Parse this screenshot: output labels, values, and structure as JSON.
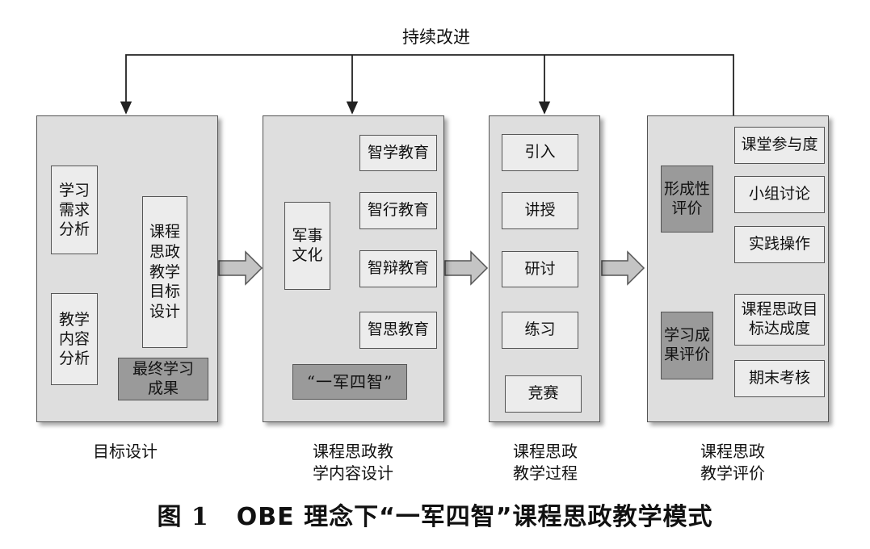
{
  "feedback_label": "持续改进",
  "panels": [
    {
      "label": "目标设计",
      "left_items": [
        "学习\n需求\n分析",
        "教学\n内容\n分析"
      ],
      "center_item": "课程\n思政\n教学\n目标\n设计",
      "outcome": "最终学习\n成果"
    },
    {
      "label": "课程思政教\n学内容设计",
      "core": "军事\n文化",
      "items": [
        "智学教育",
        "智行教育",
        "智辩教育",
        "智思教育"
      ],
      "slogan": "“一军四智”"
    },
    {
      "label": "课程思政\n教学过程",
      "steps": [
        "引入",
        "讲授",
        "研讨",
        "练习",
        "竞赛"
      ]
    },
    {
      "label": "课程思政\n教学评价",
      "categories": [
        "形成性\n评价",
        "学习成\n果评价"
      ],
      "items": [
        "课堂参与度",
        "小组讨论",
        "实践操作",
        "课程思政目\n标达成度",
        "期末考核"
      ]
    }
  ],
  "caption": {
    "figure": "图 1",
    "title": "OBE 理念下“一军四智”课程思政教学模式"
  }
}
